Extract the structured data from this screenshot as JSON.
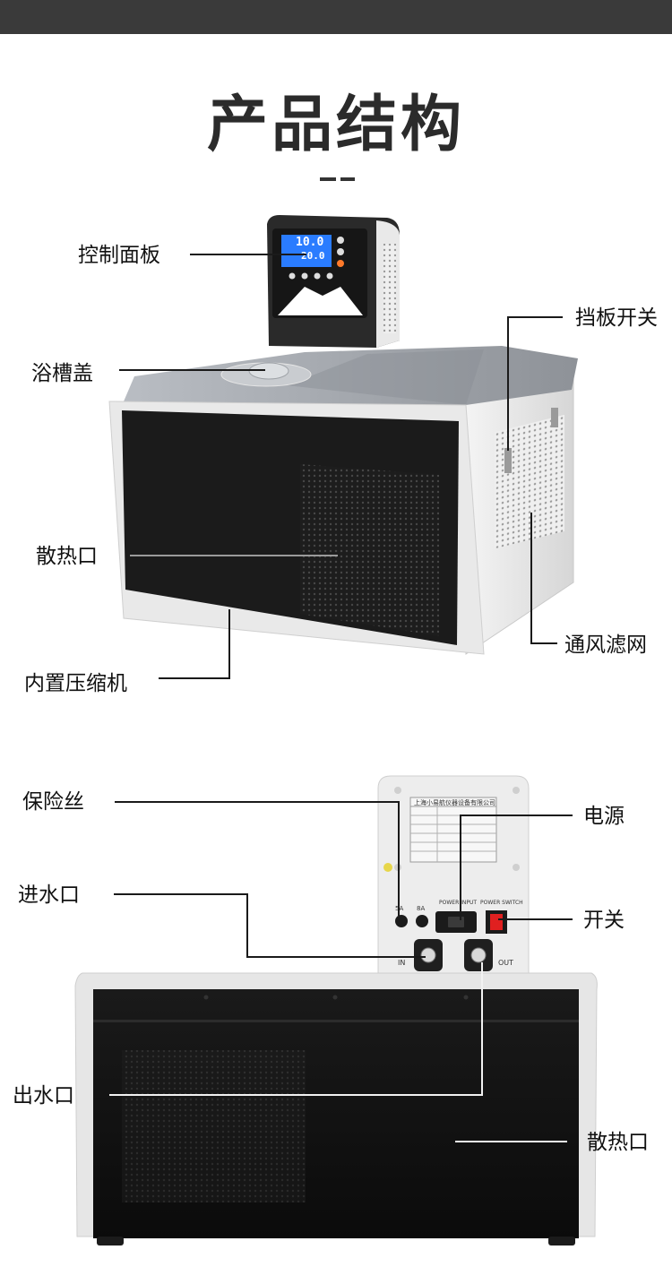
{
  "header": {
    "title": "产品结构"
  },
  "front_view": {
    "labels": {
      "control_panel": "控制面板",
      "bath_cover": "浴槽盖",
      "heat_vent": "散热口",
      "compressor": "内置压缩机",
      "baffle_switch": "挡板开关",
      "vent_filter": "通风滤网"
    },
    "display": {
      "temp_set": "10.0",
      "temp_actual": "20.0"
    }
  },
  "rear_view": {
    "labels": {
      "fuse": "保险丝",
      "water_inlet": "进水口",
      "water_outlet": "出水口",
      "power": "电源",
      "switch": "开关",
      "heat_vent": "散热口"
    },
    "panel_text": {
      "nameplate_title": "上海小易航仪器设备有限公司",
      "fuse_a": "5A",
      "fuse_b": "8A",
      "power_input": "POWER INPUT",
      "power_switch": "POWER SWITCH",
      "in": "IN",
      "out": "OUT"
    }
  },
  "colors": {
    "accent_blue": "#2a7cff",
    "switch_red": "#e02020",
    "body_black": "#1c1c1c",
    "body_grey": "#e6e6e6"
  }
}
